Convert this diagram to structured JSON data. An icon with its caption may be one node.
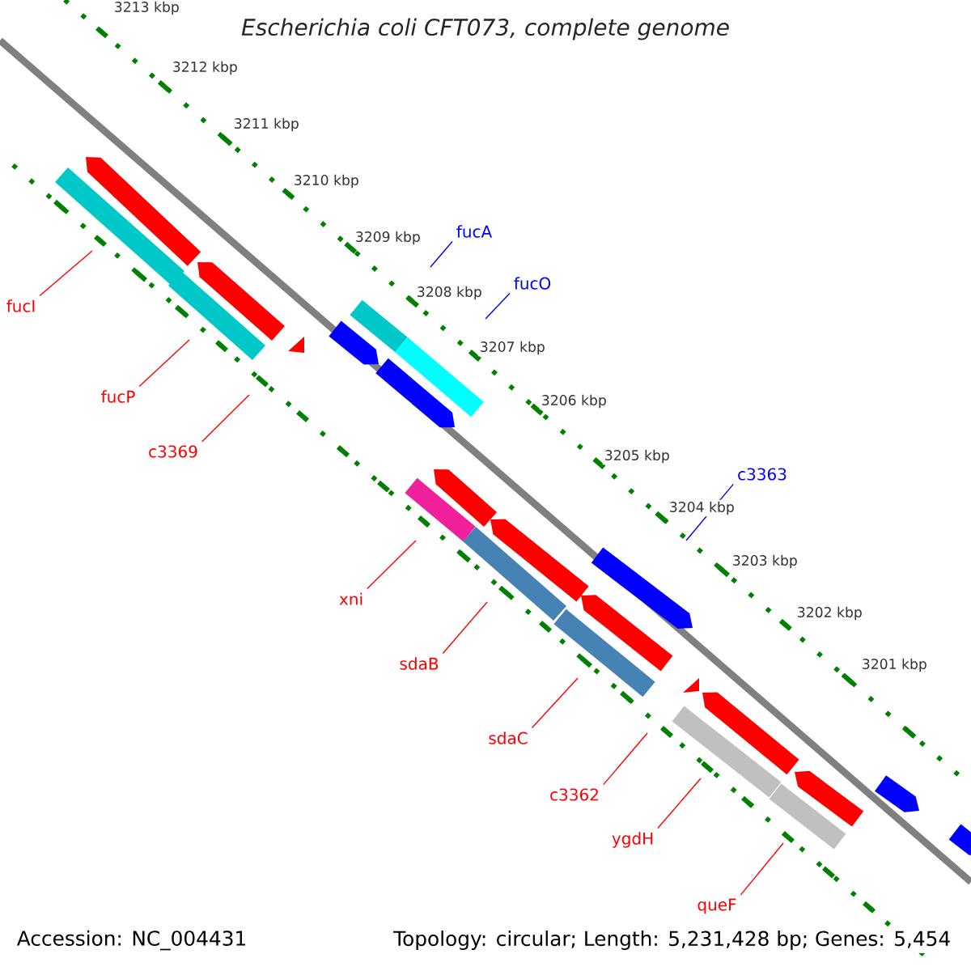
{
  "diagram": {
    "title": "Escherichia coli CFT073, complete genome",
    "nodes": [
      {
        "text": [
          "fucA"
        ]
      },
      {
        "text": [
          "fucO"
        ]
      },
      {
        "text": [
          "fucI"
        ]
      },
      {
        "text": [
          "fucP"
        ]
      },
      {
        "text": [
          "c3369"
        ]
      },
      {
        "text": [
          "c3363"
        ]
      },
      {
        "text": [
          "xni"
        ]
      },
      {
        "text": [
          "sdaB"
        ]
      },
      {
        "text": [
          "sdaC"
        ]
      },
      {
        "text": [
          "c3362"
        ]
      },
      {
        "text": [
          "ygdH"
        ]
      },
      {
        "text": [
          "queF"
        ]
      }
    ],
    "edges": [
      {
        "from": 0,
        "to": null,
        "arrow": "none",
        "color": "#0000ff"
      },
      {
        "from": 1,
        "to": null,
        "arrow": "none",
        "color": "#0000ff"
      },
      {
        "from": 2,
        "to": null,
        "arrow": "none"
      },
      {
        "from": 3,
        "to": null,
        "arrow": "none"
      },
      {
        "from": 4,
        "to": null,
        "arrow": "none"
      },
      {
        "from": 5,
        "to": null,
        "arrow": "none",
        "color": "#0000ff"
      },
      {
        "from": 6,
        "to": null,
        "arrow": "none"
      },
      {
        "from": 7,
        "to": null,
        "arrow": "none"
      },
      {
        "from": 8,
        "to": null,
        "arrow": "none"
      },
      {
        "from": 9,
        "to": null,
        "arrow": "none"
      },
      {
        "from": 10,
        "to": null,
        "arrow": "none"
      },
      {
        "from": 11,
        "to": null,
        "arrow": "none"
      }
    ],
    "labels": [
      "3213 kbp",
      "3212 kbp",
      "3211 kbp",
      "3210 kbp",
      "3209 kbp",
      "3208 kbp",
      "3207 kbp",
      "3206 kbp",
      "3205 kbp",
      "3204 kbp",
      "3203 kbp",
      "3202 kbp",
      "3201 kbp",
      "Accession: NC_004431",
      "Topology: circular; Length: 5,231,428 bp; Genes: 5,454"
    ]
  }
}
